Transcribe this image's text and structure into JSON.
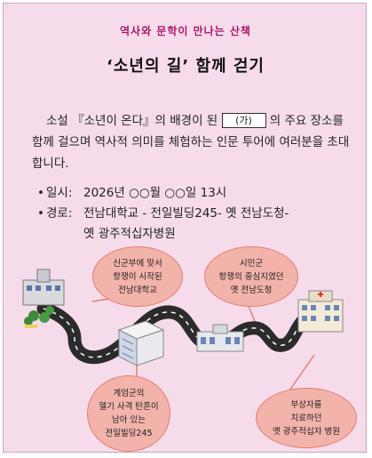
{
  "poster": {
    "subtitle": "역사와 문학이 만나는 산책",
    "title": "‘소년의 길’ 함께 걷기",
    "intro": {
      "before_blank": "소설 『소년이 온다』의 배경이 된 ",
      "blank_label": "(가)",
      "after_blank": " 의 주요 장소를 함께 걸으며 역사적 의미를 체험하는 인문 투어에 여러분을 초대합니다."
    },
    "details": {
      "date_label": "일시:",
      "date_value": "2026년 ○○월 ○○일 13시",
      "route_label": "경로:",
      "route_line1": "전남대학교 - 전일빌딩245- 옛 전남도청-",
      "route_line2": "옛 광주적십자병원"
    },
    "stops": {
      "jeonnam_univ": "신군부에 맞서\n항쟁이 시작된\n전남대학교",
      "old_dochung": "시민군\n항쟁의 중심지였던\n옛 전남도청",
      "jeonil_building": "계엄군의\n헬기 사격 탄흔이\n남아 있는\n전일빌딩245",
      "red_cross_hospital": "부상자를\n치료하던\n옛 광주적십자 병원"
    },
    "colors": {
      "background": "#f6dceb",
      "accent": "#b0166a",
      "bubble_fill": "#f2b3aa",
      "bubble_border": "#e07e6d",
      "road": "#2b2b2b"
    }
  }
}
